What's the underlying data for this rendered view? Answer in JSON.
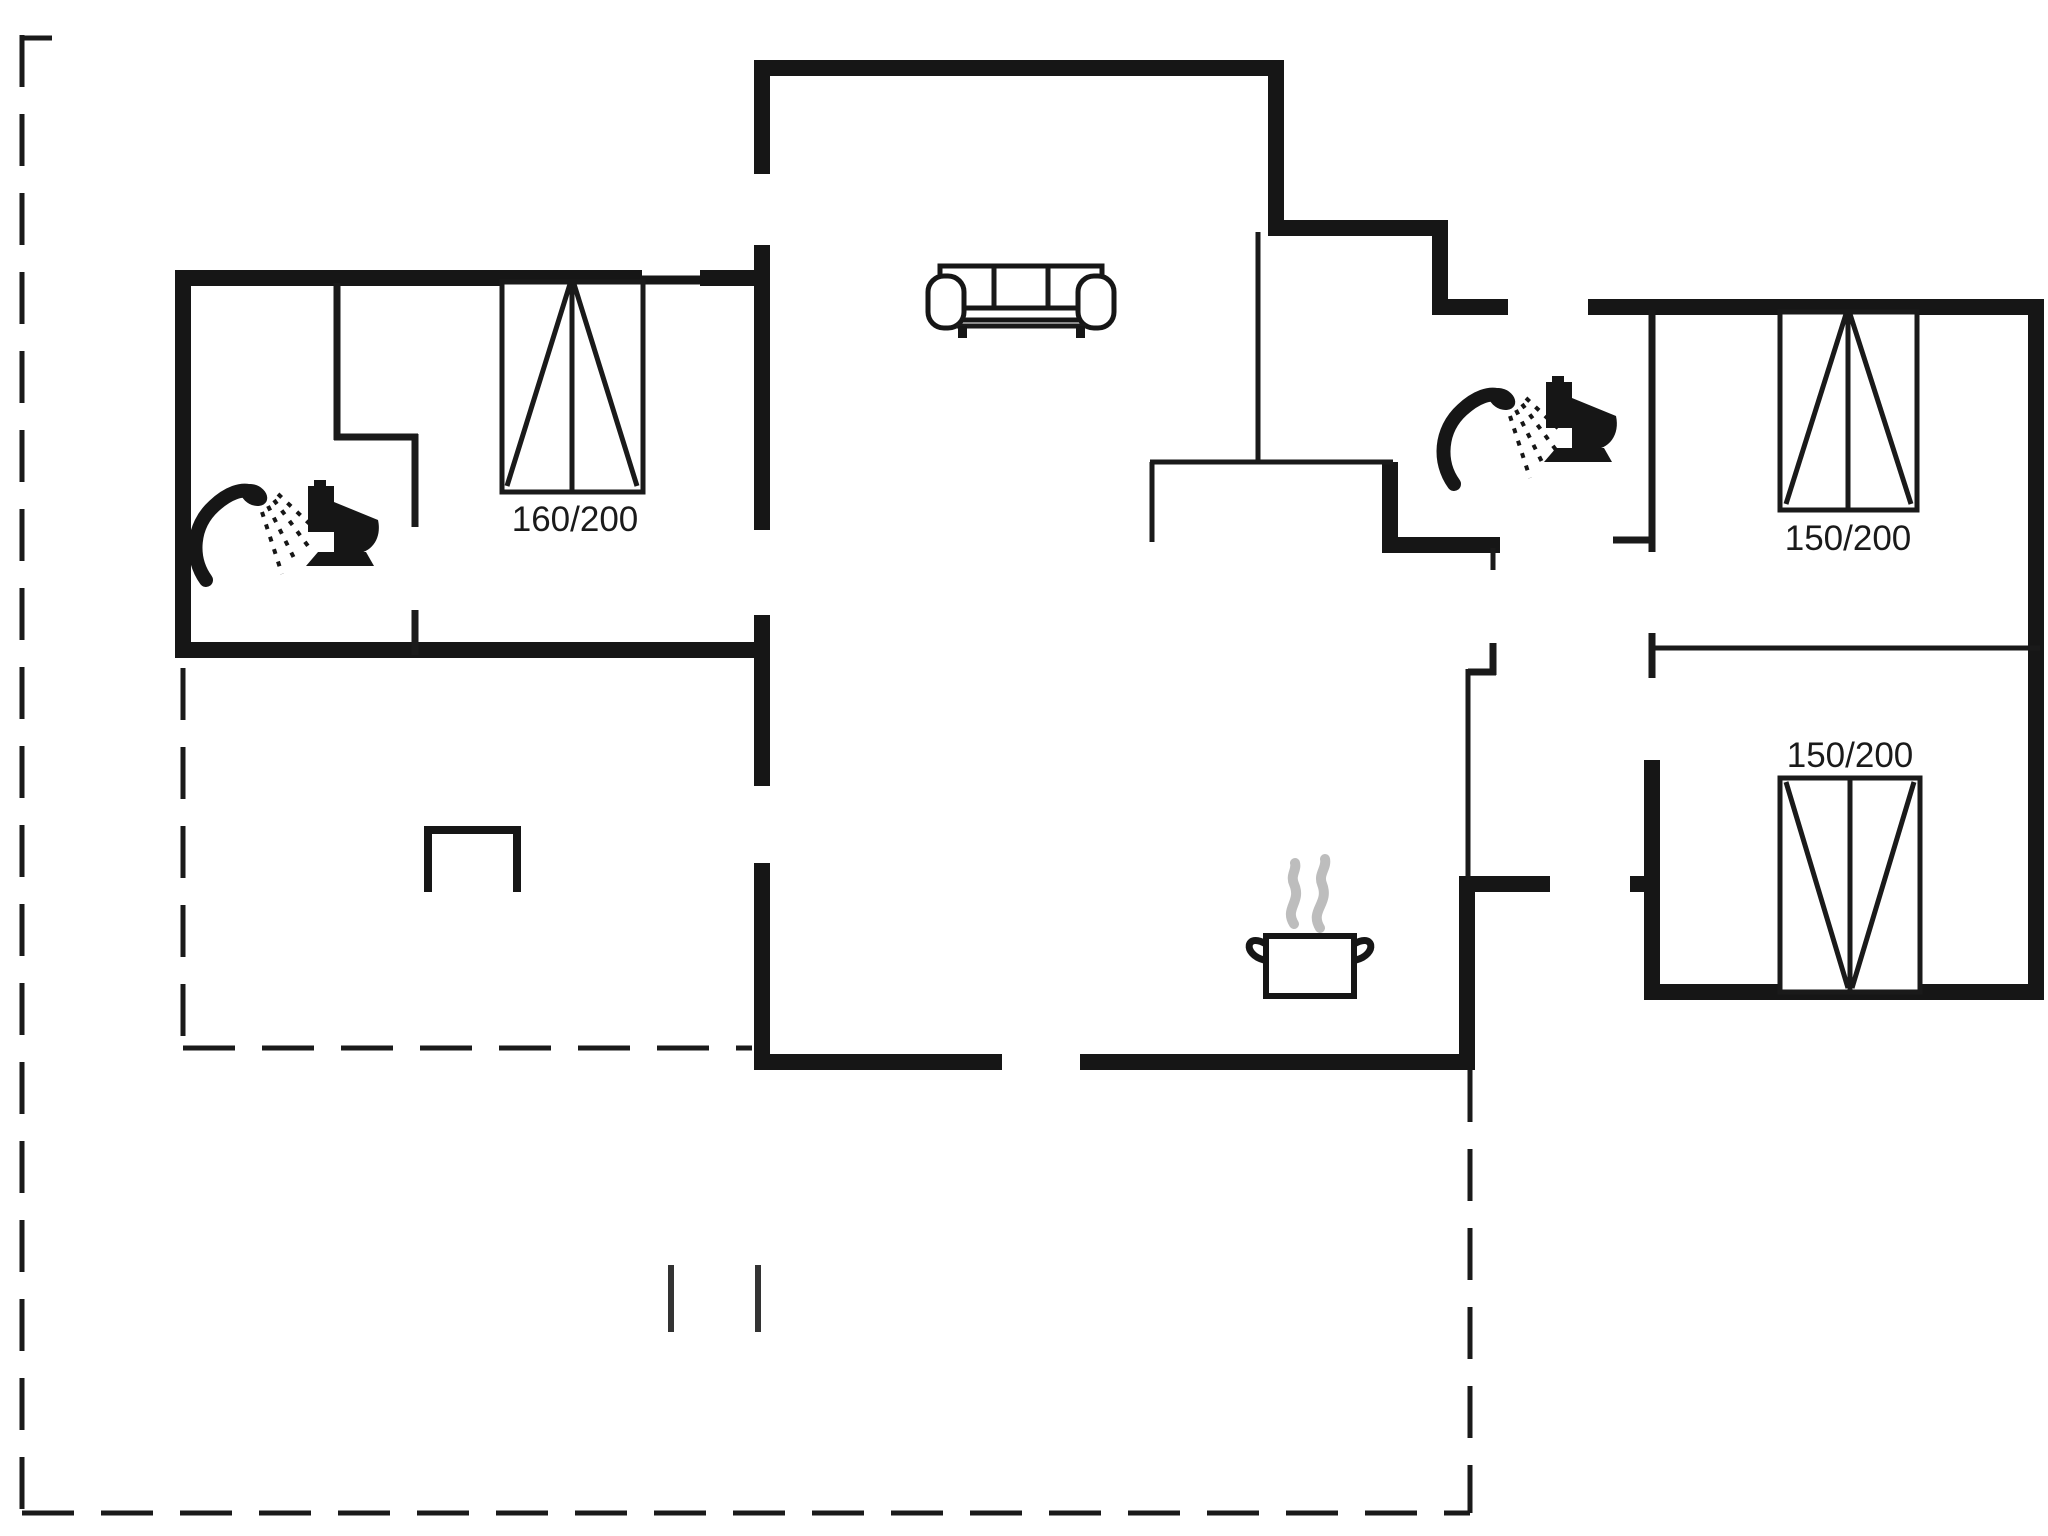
{
  "page": {
    "kind": "holiday-house floor plan",
    "background": "#ffffff"
  },
  "colors": {
    "wall": "#161616",
    "thin_line": "#1a1a1a",
    "text": "#1a1a1a",
    "steam": "#bdbdbd"
  },
  "beds": [
    {
      "id": "bed-left",
      "label": "160/200",
      "label_position": "below-bed"
    },
    {
      "id": "bed-top-right",
      "label": "150/200",
      "label_position": "below-bed"
    },
    {
      "id": "bed-bottom-right",
      "label": "150/200",
      "label_position": "above-bed"
    }
  ],
  "fixtures": [
    {
      "icon": "shower-icon",
      "room": "bathroom-left"
    },
    {
      "icon": "toilet-icon",
      "room": "bathroom-left"
    },
    {
      "icon": "shower-icon",
      "room": "bathroom-right"
    },
    {
      "icon": "toilet-icon",
      "room": "bathroom-right"
    },
    {
      "icon": "sofa-icon",
      "room": "living-room"
    },
    {
      "icon": "pot-icon",
      "room": "kitchen"
    },
    {
      "icon": "fireplace-icon",
      "room": "terrace"
    },
    {
      "icon": "step-marks",
      "room": "terrace"
    }
  ],
  "boundaries": {
    "dashed_meaning": "terrace / plot boundary",
    "solid_meaning": "walls"
  }
}
